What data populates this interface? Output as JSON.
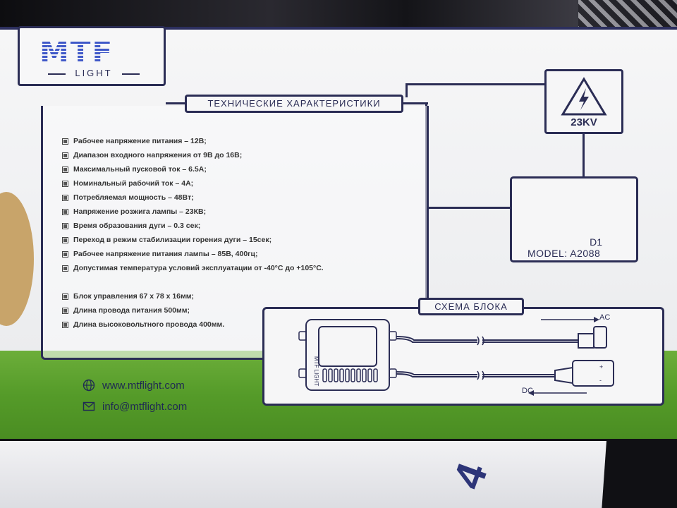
{
  "logo": {
    "brand": "MTF",
    "sub": "LIGHT"
  },
  "specs_title": "ТЕХНИЧЕСКИЕ ХАРАКТЕРИСТИКИ",
  "specs": [
    "Рабочее напряжение питания – 12В;",
    "Диапазон входного напряжения от 9В до 16В;",
    "Максимальный пусковой ток – 6.5А;",
    "Номинальный рабочий ток – 4А;",
    "Потребляемая мощность – 48Вт;",
    "Напряжение розжига лампы – 23КВ;",
    "Время образования дуги – 0.3 сек;",
    "Переход в режим стабилизации горения дуги – 15сек;",
    "Рабочее напряжение питания лампы – 85В, 400гц;",
    "Допустимая температура условий эксплуатации от -40°С до +105°С."
  ],
  "specs2": [
    "Блок управления 67 х 78 х 16мм;",
    "Длина провода питания 500мм;",
    "Длина высоковольтного провода 400мм."
  ],
  "warning": {
    "voltage": "23KV",
    "icon": "high-voltage-icon"
  },
  "module": {
    "d1": "D1",
    "model": "MODEL: A2088"
  },
  "scheme": {
    "title": "СХЕМА БЛОКА",
    "ac": "AC",
    "dc": "DC",
    "unit_text": "MTF LIGHT"
  },
  "contacts": {
    "web": "www.mtflight.com",
    "email": "info@mtflight.com"
  },
  "colors": {
    "navy": "#2b2d55",
    "green": "#559b29",
    "logo_blue": "#3f58c8"
  }
}
